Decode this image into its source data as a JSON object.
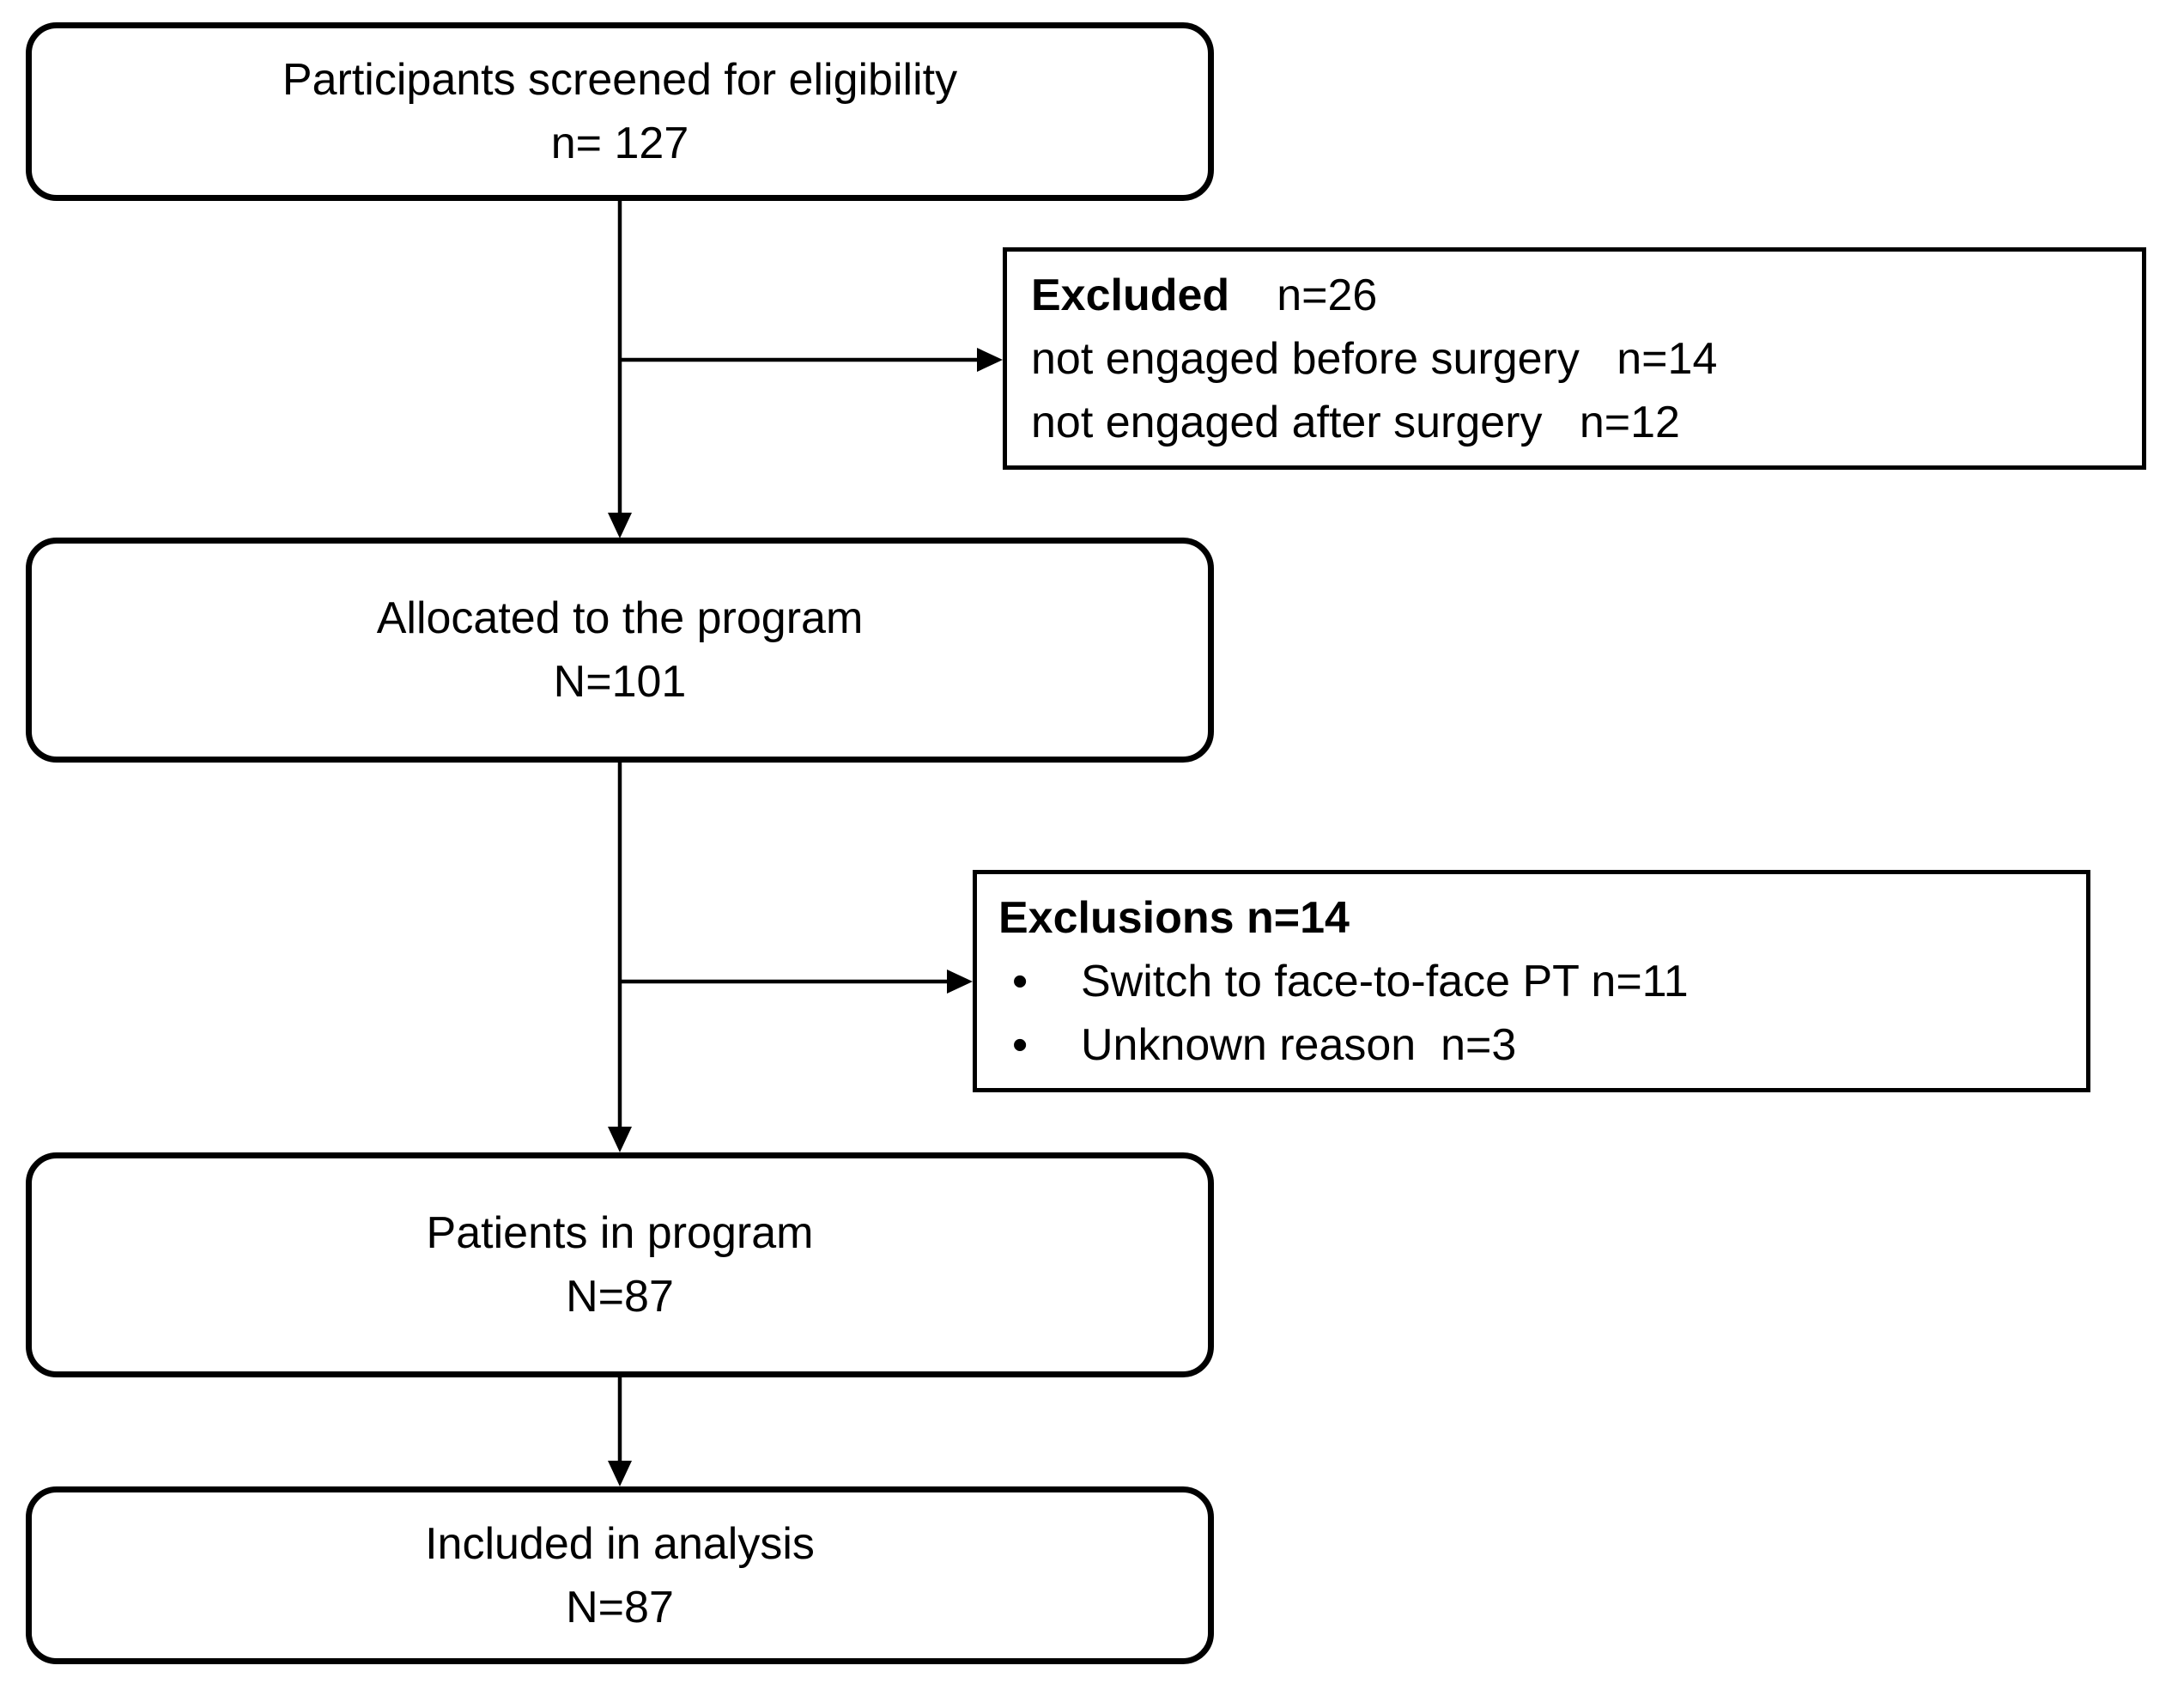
{
  "diagram": {
    "type": "participant-flow-chart",
    "colors": {
      "background": "#ffffff",
      "line": "#000000",
      "text": "#000000"
    }
  },
  "nodes": {
    "screened": {
      "title": "Participants screened for eligibility",
      "count": "n= 127"
    },
    "excluded": {
      "heading": "Excluded",
      "heading_count": "n=26",
      "rows": [
        "not engaged before surgery   n=14",
        "not engaged after surgery   n=12"
      ]
    },
    "allocated": {
      "title": "Allocated to the program",
      "count": "N=101"
    },
    "exclusions": {
      "heading": "Exclusions n=14",
      "bullet": "•",
      "rows": [
        "Switch to face-to-face PT n=11",
        "Unknown reason  n=3"
      ]
    },
    "program": {
      "title": "Patients in program",
      "count": "N=87"
    },
    "analysis": {
      "title": "Included in analysis",
      "count": "N=87"
    }
  }
}
